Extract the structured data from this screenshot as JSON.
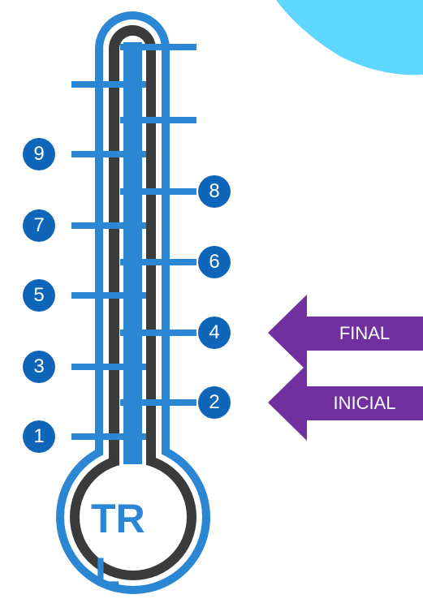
{
  "thermometer": {
    "levels": [
      "1",
      "2",
      "3",
      "4",
      "5",
      "6",
      "7",
      "8",
      "9"
    ],
    "bulb_label_line1": "TR",
    "bulb_label_line2": "L"
  },
  "markers": {
    "final": "FINAL",
    "initial": "INICIAL"
  },
  "colors": {
    "blue": "#2b86d4",
    "dark_blue": "#0f66b8",
    "tube_dark": "#3b3b3b",
    "purple": "#7030a0",
    "sky": "#5fd6ff"
  }
}
